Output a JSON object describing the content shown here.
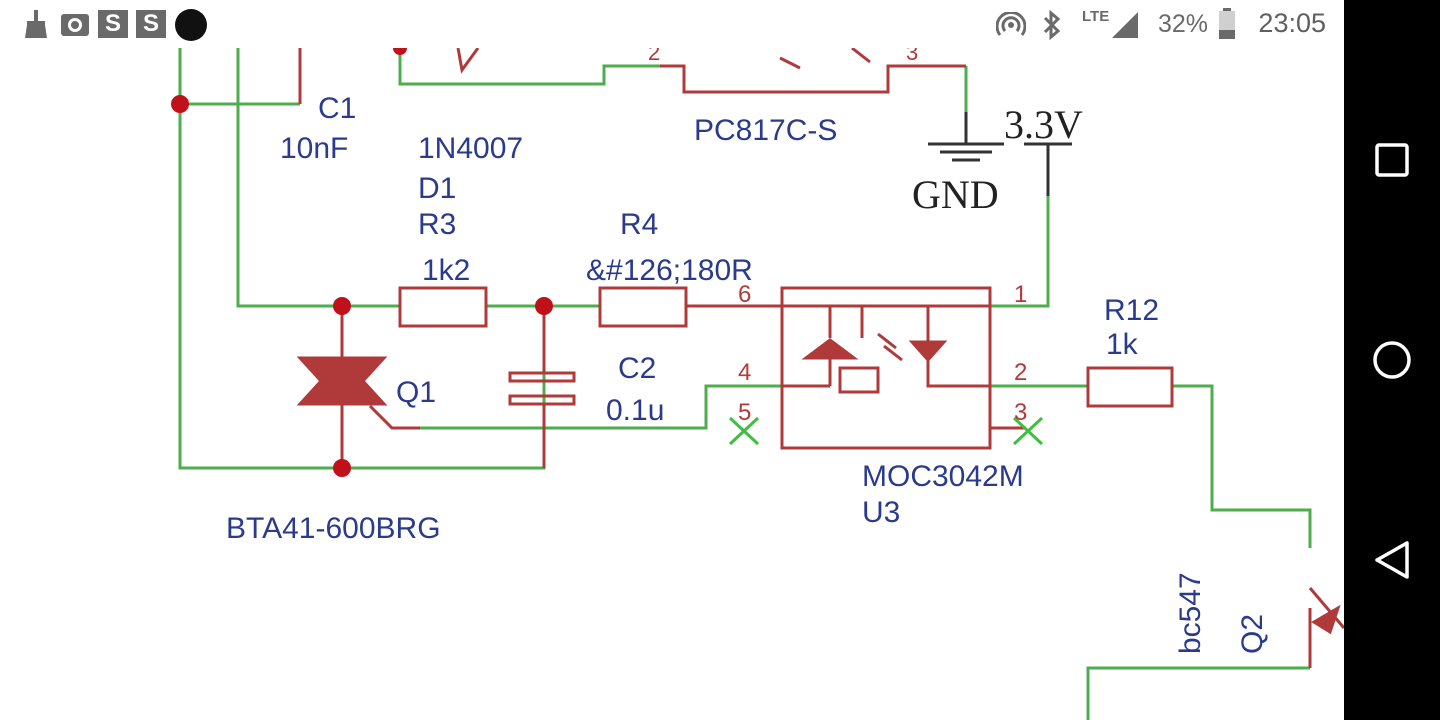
{
  "status_bar": {
    "time": "23:05",
    "battery": "32%",
    "network": "LTE",
    "left_icons": [
      "broom-icon",
      "camera-icon",
      "s-app-icon",
      "s-app-icon",
      "dot-icon"
    ],
    "right_icons": [
      "hotspot-icon",
      "bluetooth-icon",
      "signal-icon",
      "battery-icon"
    ],
    "s_icon_letter": "S"
  },
  "nav_bar": {
    "recent_icon": "square-icon",
    "home_icon": "circle-icon",
    "back_icon": "triangle-icon"
  },
  "schematic": {
    "colors": {
      "wire": "#4cae4c",
      "component": "#b03a3a",
      "label": "#2a3a8c",
      "power": "#222222",
      "noconnect": "#3fbf3f"
    },
    "c1": {
      "ref": "C1",
      "value": "10nF"
    },
    "d1": {
      "part": "1N4007",
      "ref": "D1"
    },
    "pc817": {
      "part": "PC817C-S",
      "pin_a": "2",
      "pin_b": "3"
    },
    "power": {
      "vcc": "3.3V",
      "gnd": "GND"
    },
    "r3": {
      "ref": "R3",
      "value": "1k2"
    },
    "r4": {
      "ref": "R4",
      "value": "&#126;180R"
    },
    "c2": {
      "ref": "C2",
      "value": "0.1u"
    },
    "q1": {
      "ref": "Q1",
      "part": "BTA41-600BRG"
    },
    "u3": {
      "part": "MOC3042M",
      "ref": "U3",
      "pins": [
        "6",
        "4",
        "5",
        "1",
        "2",
        "3"
      ]
    },
    "r12": {
      "ref": "R12",
      "value": "1k"
    },
    "q2": {
      "part": "bc547",
      "ref": "Q2"
    }
  }
}
